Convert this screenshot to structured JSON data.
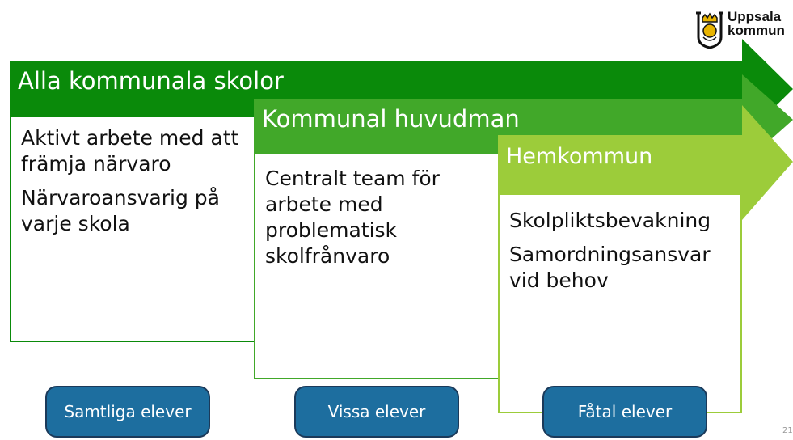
{
  "logo": {
    "line1": "Uppsala",
    "line2": "kommun"
  },
  "bands": [
    {
      "title": "Alla kommunala skolor",
      "color": "#0a8a0a",
      "items": [
        "Aktivt arbete med att främja närvaro",
        "Närvaroansvarig på varje skola"
      ],
      "group": "Samtliga elever"
    },
    {
      "title": "Kommunal huvudman",
      "color": "#41a829",
      "items": [
        "Centralt team för arbete med problematisk skolfrånvaro"
      ],
      "group": "Vissa elever"
    },
    {
      "title": "Hemkommun",
      "color": "#9ccc3a",
      "items": [
        "Skolpliktsbevakning",
        "Samordningsansvar vid behov"
      ],
      "group": "Fåtal elever"
    }
  ],
  "page_number": "21"
}
